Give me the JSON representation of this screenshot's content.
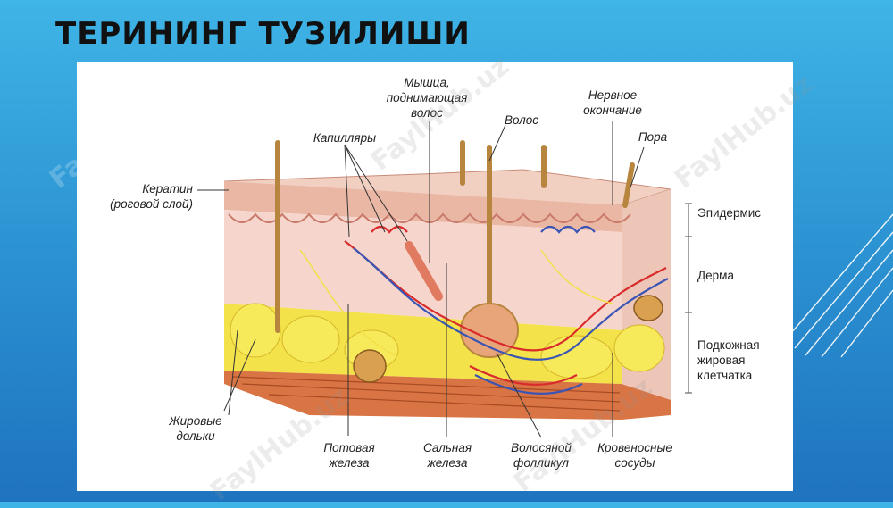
{
  "slide": {
    "title": "ТЕРИНИНГ ТУЗИЛИШИ"
  },
  "watermark": "FaylHub.uz",
  "labels": {
    "keratin": "Кератин\n(роговой слой)",
    "capillaries": "Капилляры",
    "muscle": "Мышца,\nподнимающая\nволос",
    "hair": "Волос",
    "nerve_ending": "Нервное\nокончание",
    "pore": "Пора",
    "fat_lobules": "Жировые\nдольки",
    "sweat_gland": "Потовая\nжелеза",
    "sebaceous_gland": "Сальная\nжелеза",
    "hair_follicle": "Волосяной\nфолликул",
    "blood_vessels": "Кровеносные\nсосуды",
    "epidermis": "Эпидермис",
    "dermis": "Дерма",
    "hypodermis": "Подкожная\nжировая\nклетчатка"
  },
  "colors": {
    "epidermis": "#e9b7a4",
    "dermis": "#f6d6cc",
    "fat": "#f3e24a",
    "artery": "#d92b2b",
    "vein": "#3a55b4",
    "hair": "#b8853f"
  }
}
